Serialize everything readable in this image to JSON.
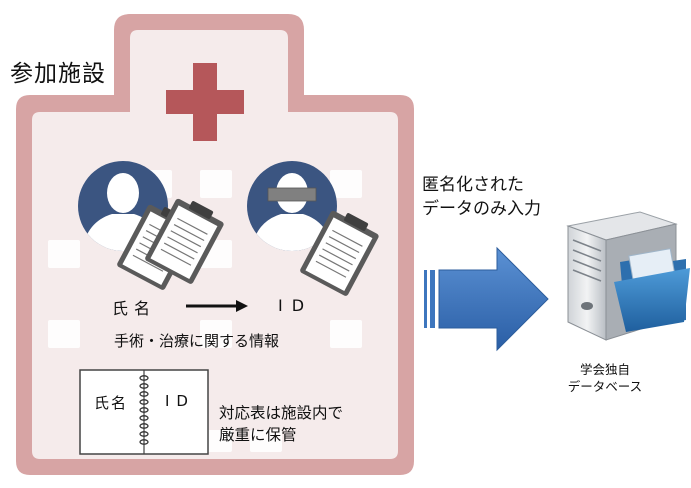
{
  "facility": {
    "label": "参加施設",
    "name_label": "氏名",
    "id_label": "ID",
    "treatment_label": "手術・治療に関する情報"
  },
  "notebook": {
    "name": "氏名",
    "id": "ID",
    "note_lines": [
      "対応表は施設内で",
      "厳重に保管"
    ]
  },
  "transfer": {
    "note_lines": [
      "匿名化された",
      "データのみ入力"
    ]
  },
  "database": {
    "label_lines": [
      "学会独自",
      "データベース"
    ]
  },
  "colors": {
    "building_fill": "#f4e8e8",
    "building_border": "#d9a9a9",
    "cross": "#b5575a",
    "person": "#3b5581",
    "arrow": "#3d76be"
  }
}
